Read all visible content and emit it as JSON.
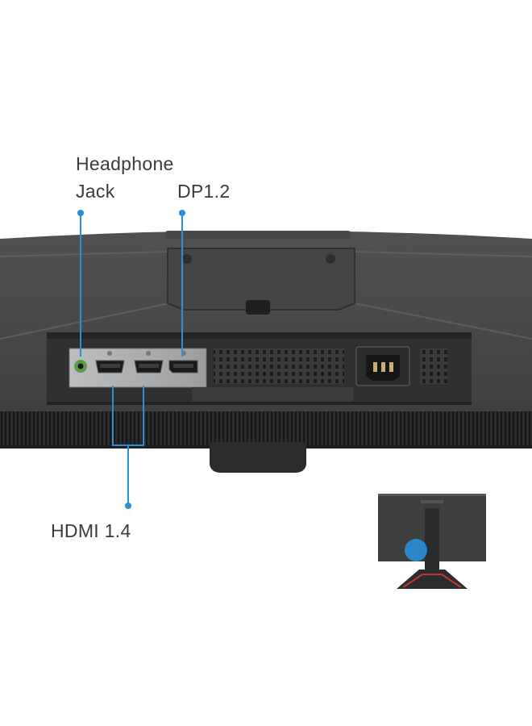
{
  "labels": {
    "headphone_line1": "Headphone",
    "headphone_line2": "Jack",
    "dp": "DP1.2",
    "hdmi": "HDMI 1.4"
  },
  "colors": {
    "callout": "#2a8fd6",
    "monitor_body": "#4a4b4d",
    "monitor_dark": "#2c2d2f",
    "port_panel": "#a9aaac",
    "accent_red": "#c8352c"
  }
}
